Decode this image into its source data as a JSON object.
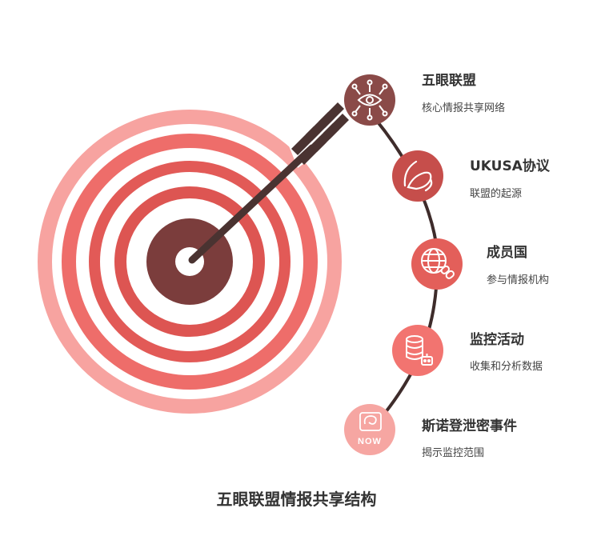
{
  "caption": "五眼联盟情报共享结构",
  "items": [
    {
      "title": "五眼联盟",
      "subtitle": "核心情报共享网络",
      "icon": "network-eye-icon",
      "color": "#8a4a48"
    },
    {
      "title": "UKUSA协议",
      "subtitle": "联盟的起源",
      "icon": "handshake-icon",
      "color": "#c64e4b"
    },
    {
      "title": "成员国",
      "subtitle": "参与情报机构",
      "icon": "globe-link-icon",
      "color": "#e35f5a"
    },
    {
      "title": "监控活动",
      "subtitle": "收集和分析数据",
      "icon": "database-robot-icon",
      "color": "#f27470"
    },
    {
      "title": "斯诺登泄密事件",
      "subtitle": "揭示监控范围",
      "icon": "now-news-icon",
      "color": "#f6a6a2"
    }
  ],
  "now_label": "NOW",
  "colors": {
    "ring_outer": "#f7a3a0",
    "ring_mid": "#ee6d6a",
    "ring_inner": "#dd5552",
    "bullseye": "#7b3d3c",
    "arrow": "#4a3331",
    "connector": "#3e2c2b"
  }
}
